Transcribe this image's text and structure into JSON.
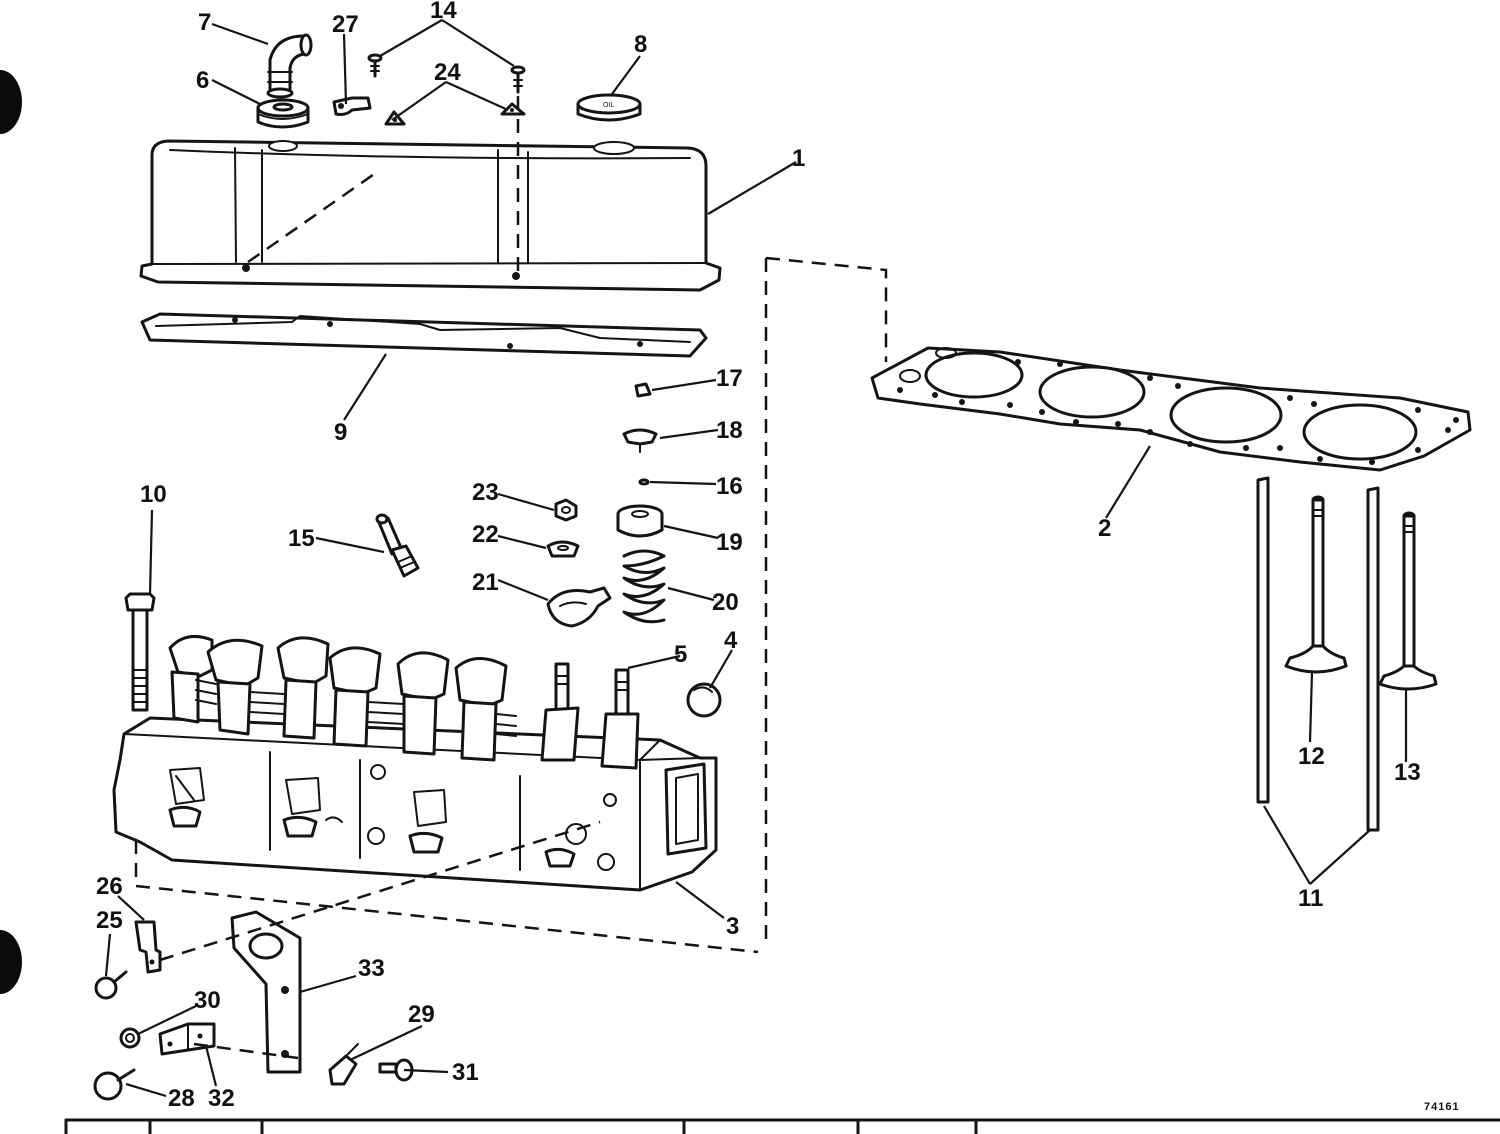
{
  "diagram": {
    "figure_number": "74161",
    "cap_marking": "OIL",
    "callouts": [
      "1",
      "2",
      "3",
      "4",
      "5",
      "6",
      "7",
      "8",
      "9",
      "10",
      "11",
      "12",
      "13",
      "14",
      "15",
      "16",
      "17",
      "18",
      "19",
      "20",
      "21",
      "22",
      "23",
      "24",
      "25",
      "26",
      "27",
      "28",
      "29",
      "30",
      "31",
      "32",
      "33"
    ],
    "colors": {
      "ink": "#141414",
      "paper": "#ffffff"
    }
  }
}
